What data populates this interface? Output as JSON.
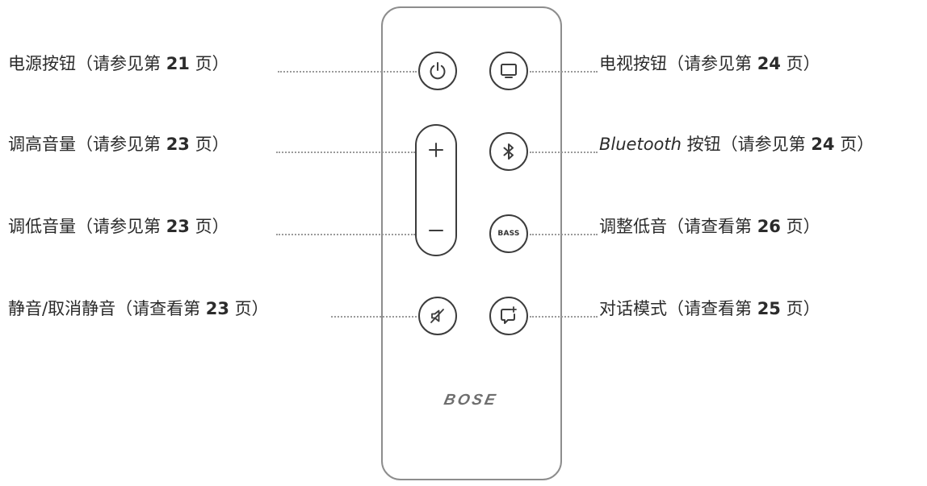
{
  "remote": {
    "logo": "BOSE"
  },
  "buttons": {
    "power": {
      "icon": "power-icon"
    },
    "tv": {
      "icon": "tv-icon"
    },
    "vol_up": {
      "icon": "plus-icon"
    },
    "vol_down": {
      "icon": "minus-icon"
    },
    "bluetooth": {
      "icon": "bluetooth-icon"
    },
    "bass": {
      "icon": "bass-icon",
      "label": "BASS"
    },
    "mute": {
      "icon": "mute-icon"
    },
    "dialogue": {
      "icon": "dialogue-icon"
    }
  },
  "labels": {
    "power": {
      "pre": "电源按钮（请参见第 ",
      "num": "21",
      "post": " 页）"
    },
    "vol_up": {
      "pre": "调高音量（请参见第 ",
      "num": "23",
      "post": " 页）"
    },
    "vol_down": {
      "pre": "调低音量（请参见第 ",
      "num": "23",
      "post": " 页）"
    },
    "mute": {
      "pre": "静音/取消静音（请查看第 ",
      "num": "23",
      "post": " 页）"
    },
    "tv": {
      "pre": "电视按钮（请参见第 ",
      "num": "24",
      "post": " 页）"
    },
    "bluetooth": {
      "italic": "Bluetooth",
      "pre": " 按钮（请参见第 ",
      "num": "24",
      "post": " 页）"
    },
    "bass": {
      "pre": "调整低音（请查看第 ",
      "num": "26",
      "post": " 页）"
    },
    "dialogue": {
      "pre": "对话模式（请查看第 ",
      "num": "25",
      "post": " 页）"
    }
  },
  "colors": {
    "outline": "#8d8d8d",
    "button_stroke": "#3c3c3c",
    "leader": "#9a9a9a",
    "text": "#2b2b2b"
  }
}
